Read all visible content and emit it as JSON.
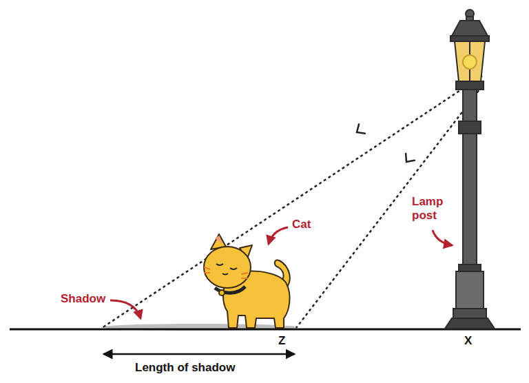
{
  "diagram": {
    "labels": [
      "Shadow",
      "Cat",
      "Lamp post",
      "Z",
      "X",
      "Length of shadow"
    ]
  }
}
